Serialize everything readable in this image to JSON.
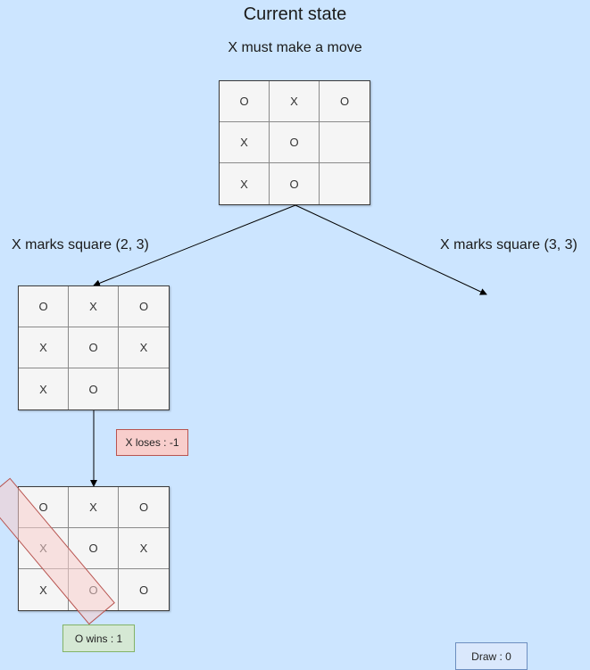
{
  "title": "Current state",
  "subtitle": "X must make a move",
  "boards": {
    "root": [
      "O",
      "X",
      "O",
      "X",
      "O",
      "",
      "X",
      "O",
      ""
    ],
    "left": [
      "O",
      "X",
      "O",
      "X",
      "O",
      "X",
      "X",
      "O",
      ""
    ],
    "final": [
      "O",
      "X",
      "O",
      "X",
      "O",
      "X",
      "X",
      "O",
      "O"
    ]
  },
  "edges": {
    "left_label": "X marks square (2, 3)",
    "right_label": "X marks square (3, 3)"
  },
  "outcomes": {
    "x_loses": "X loses : -1",
    "o_wins": "O wins : 1",
    "draw": "Draw : 0"
  },
  "colors": {
    "background": "#cce5ff",
    "lose_fill": "#f8cecc",
    "lose_stroke": "#b85450",
    "win_fill": "#d5e8d4",
    "win_stroke": "#82b366",
    "draw_fill": "#dae8fc",
    "draw_stroke": "#6c8ebf"
  }
}
